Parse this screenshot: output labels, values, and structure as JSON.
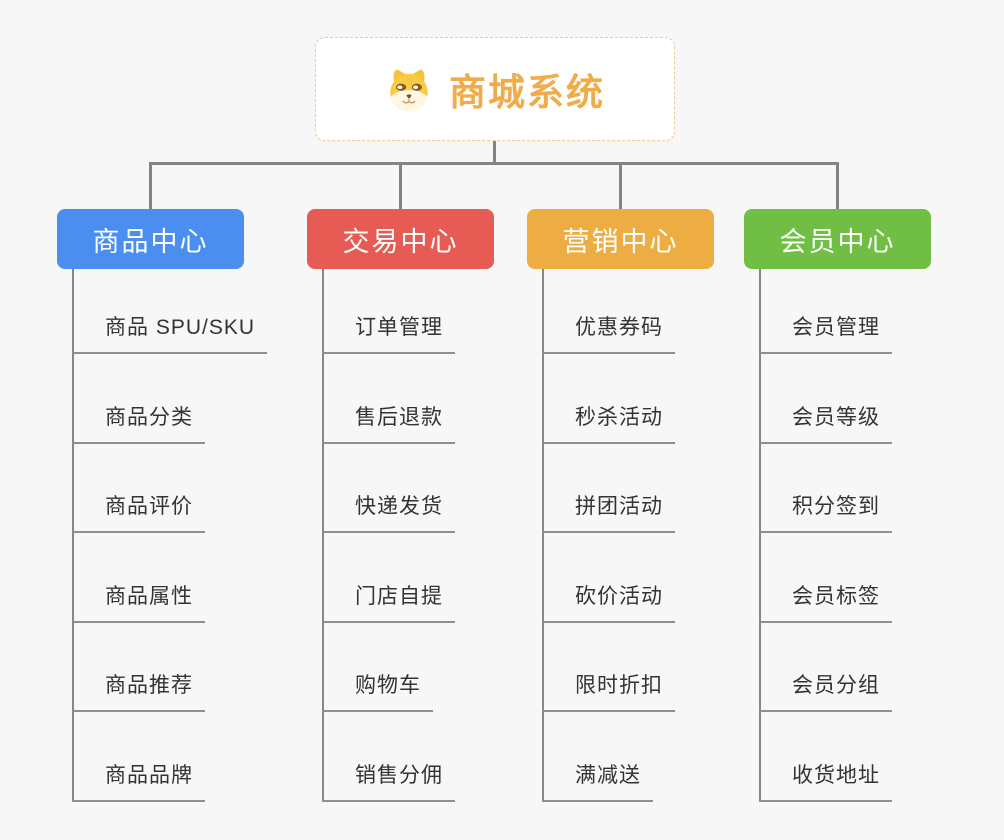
{
  "page": {
    "background_color": "#F7F7F7",
    "connector_color": "#848484"
  },
  "root": {
    "title": "商城系统",
    "icon": "dog-face-icon",
    "title_color": "#F0AC49",
    "border_color": "#F5C98F"
  },
  "branches": [
    {
      "label": "商品中心",
      "color": "#4A8EF0",
      "children": [
        "商品 SPU/SKU",
        "商品分类",
        "商品评价",
        "商品属性",
        "商品推荐",
        "商品品牌"
      ]
    },
    {
      "label": "交易中心",
      "color": "#E65C55",
      "children": [
        "订单管理",
        "售后退款",
        "快递发货",
        "门店自提",
        "购物车",
        "销售分佣"
      ]
    },
    {
      "label": "营销中心",
      "color": "#EDAD42",
      "children": [
        "优惠券码",
        "秒杀活动",
        "拼团活动",
        "砍价活动",
        "限时折扣",
        "满减送"
      ]
    },
    {
      "label": "会员中心",
      "color": "#70BE44",
      "children": [
        "会员管理",
        "会员等级",
        "积分签到",
        "会员标签",
        "会员分组",
        "收货地址"
      ]
    }
  ]
}
